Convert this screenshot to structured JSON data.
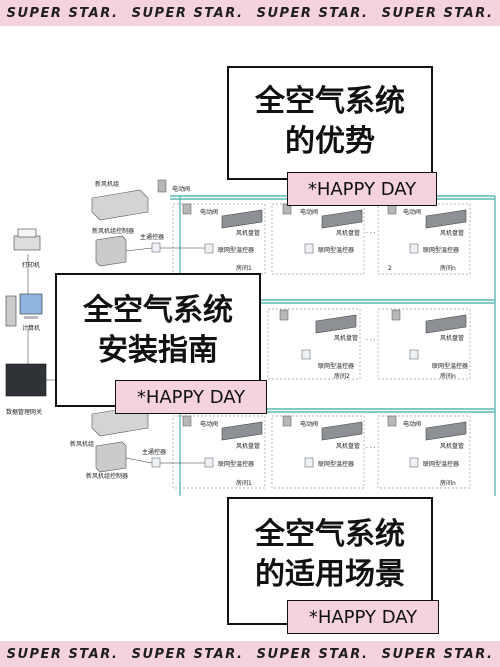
{
  "banner": {
    "items": [
      "SUPER STAR.",
      "SUPER STAR.",
      "SUPER STAR.",
      "SUPER STAR."
    ]
  },
  "cards": [
    {
      "line1": "全空气系统",
      "line2": "的优势",
      "tag": "*HAPPY DAY"
    },
    {
      "line1": "全空气系统",
      "line2": "安装指南",
      "tag": "*HAPPY DAY"
    },
    {
      "line1": "全空气系统",
      "line2": "的适用场景",
      "tag": "*HAPPY DAY"
    }
  ],
  "diagram": {
    "printer": "打印机",
    "computer": "计算机",
    "gateway": "数据管理网关",
    "fresh_air_unit": "新风机组",
    "fresh_air_controller": "新风机组控制器",
    "main_controller": "主通控器",
    "valve": "电动阀",
    "fan_coil": "风机盘管",
    "thermostat": "联网型温控器",
    "room1": "房间1",
    "room2": "房间2",
    "room_n": "房间n",
    "ellipsis": "· · ·",
    "num2": "2"
  },
  "colors": {
    "accent_pink": "#f4d3dd",
    "pipe_teal": "#5fb8b2",
    "ink": "#111111"
  }
}
